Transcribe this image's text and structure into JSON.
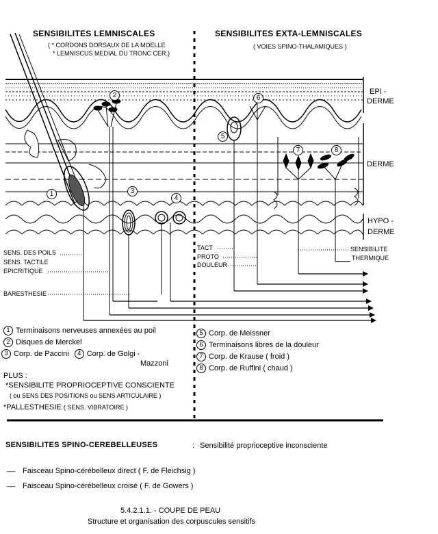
{
  "header": {
    "left_title": "SENSIBILITES LEMNISCALES",
    "left_sub1": "( * CORDONS DORSAUX DE LA MOELLE",
    "left_sub2": "* LEMNISCUS MEDIAL DU TRONC CER.)",
    "right_title": "SENSIBILITES EXTA-LEMNISCALES",
    "right_sub": "( VOIES SPINO-THALAMIQUES )"
  },
  "layers": {
    "epi1": "EPI -",
    "epi2": "DERME",
    "derme": "DERME",
    "hypo1": "HYPO -",
    "hypo2": "DERME"
  },
  "markers": [
    "1",
    "2",
    "3",
    "4",
    "5",
    "6",
    "7",
    "8"
  ],
  "left_labels": {
    "poils": "SENS. DES POILS",
    "tactile1": "SENS. TACTILE",
    "tactile2": "EPICRITIQUE",
    "baresthesie": "BARESTHESIE"
  },
  "right_labels": {
    "tact": "TACT",
    "proto": "PROTO",
    "douleur": "DOULEUR",
    "thermique1": "SENSIBILITE",
    "thermique2": "THERMIQUE"
  },
  "legend_left": {
    "item1_num": "1",
    "item1": "Terminaisons nerveuses annexées au poil",
    "item2_num": "2",
    "item2": "Disques de Merckel",
    "item3_num": "3",
    "item3": "Corp. de Paccini",
    "item4_num": "4",
    "item4": "Corp. de Golgi -",
    "item4_cont": "Mazzoni",
    "plus": "PLUS :",
    "plus1": "*SENSIBILITE PROPRIOCEPTIVE CONSCIENTE",
    "plus1b": "( ou SENS DES POSITIONS ou SENS ARTICULAIRE )",
    "plus2": "*PALLESTHESIE",
    "plus2b": "( SENS. VIBRATOIRE )"
  },
  "legend_right": {
    "item5_num": "5",
    "item5": "Corp. de Meissner",
    "item6_num": "6",
    "item6": "Terminaisons libres de la douleur",
    "item7_num": "7",
    "item7": "Corp. de Krause ( froid )",
    "item8_num": "8",
    "item8": "Corp. de Ruffini ( chaud )"
  },
  "bottom": {
    "title": "SENSIBILITES SPINO-CEREBELLEUSES",
    "colon": ":",
    "desc": "Sensibilité proprioceptive inconsciente",
    "dash": "__",
    "line1": "Faisceau Spino-cérébelleux direct  ( F. de Fleichsig )",
    "line2": "Faisceau Spino-cérébelleux croisé ( F. de Gowers )"
  },
  "caption": {
    "line1": "5.4.2.1.1. - COUPE DE PEAU",
    "line2": "Structure et organisation des corpuscules sensitifs"
  }
}
